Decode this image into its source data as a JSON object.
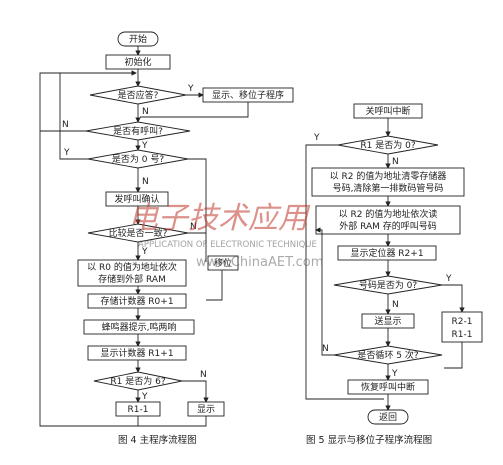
{
  "fig4": {
    "start": "开始",
    "init": "初始化",
    "q_answer": "是否应答?",
    "show_shift": "显示、移位子程序",
    "q_call": "是否有呼叫?",
    "q_zero": "是否为 0 号?",
    "confirm": "发呼叫确认",
    "q_compare": "比较是否一致?",
    "store_line1": "以 R0 的值为地址依次",
    "store_line2": "存储到外部 RAM",
    "inc_r0": "存储计数器 R0+1",
    "buzzer": "蜂鸣器提示,鸣两响",
    "show_r1": "显示计数器 R1+1",
    "q_r1_6": "R1 是否为 6?",
    "r1_minus": "R1-1",
    "display": "显示",
    "shift_label": "移位",
    "caption": "图 4   主程序流程图"
  },
  "fig5": {
    "close_int": "关呼叫中断",
    "q_r1_zero": "R1 是否为 0?",
    "clear_line1": "以 R2 的值为地址清零存储器",
    "clear_line2": "号码,清除第一排数码管号码",
    "read_line1": "以 R2 的值为地址依次读",
    "read_line2": "外部 RAM 存的呼叫号码",
    "show_ptr": "显示定位器 R2+1",
    "q_code_zero": "号码是否为 0?",
    "send_show": "送显示",
    "r2_minus": "R2-1",
    "r1_minus": "R1-1",
    "q_loop5": "是否循环 5 次?",
    "restore_int": "恢复呼叫中断",
    "ret": "返回",
    "caption": "图 5   显示与移位子程序流程图"
  },
  "yn": {
    "y": "Y",
    "n": "N"
  },
  "watermark": {
    "title": "电子技术应用",
    "en": "APPLICATION OF ELECTRONIC TECHNIQUE",
    "url": "www.ChinaAET.com"
  }
}
